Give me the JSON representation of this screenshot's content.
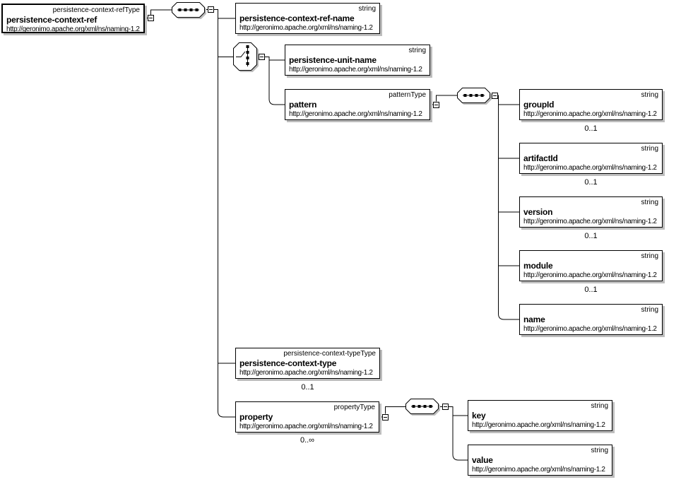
{
  "diagram": {
    "kind": "xml-schema-element-diagram",
    "namespace": "http://geronimo.apache.org/xml/ns/naming-1.2"
  },
  "nodes": {
    "root": {
      "name": "persistence-context-ref",
      "type": "persistence-context-refType",
      "ns": "http://geronimo.apache.org/xml/ns/naming-1.2"
    },
    "ref_name": {
      "name": "persistence-context-ref-name",
      "type": "string",
      "ns": "http://geronimo.apache.org/xml/ns/naming-1.2"
    },
    "unit_name": {
      "name": "persistence-unit-name",
      "type": "string",
      "ns": "http://geronimo.apache.org/xml/ns/naming-1.2"
    },
    "pattern": {
      "name": "pattern",
      "type": "patternType",
      "ns": "http://geronimo.apache.org/xml/ns/naming-1.2"
    },
    "group_id": {
      "name": "groupId",
      "type": "string",
      "ns": "http://geronimo.apache.org/xml/ns/naming-1.2",
      "cardinality": "0..1"
    },
    "artifact_id": {
      "name": "artifactId",
      "type": "string",
      "ns": "http://geronimo.apache.org/xml/ns/naming-1.2",
      "cardinality": "0..1"
    },
    "version": {
      "name": "version",
      "type": "string",
      "ns": "http://geronimo.apache.org/xml/ns/naming-1.2",
      "cardinality": "0..1"
    },
    "module": {
      "name": "module",
      "type": "string",
      "ns": "http://geronimo.apache.org/xml/ns/naming-1.2",
      "cardinality": "0..1"
    },
    "name_el": {
      "name": "name",
      "type": "string",
      "ns": "http://geronimo.apache.org/xml/ns/naming-1.2"
    },
    "context_type": {
      "name": "persistence-context-type",
      "type": "persistence-context-typeType",
      "ns": "http://geronimo.apache.org/xml/ns/naming-1.2",
      "cardinality": "0..1"
    },
    "property": {
      "name": "property",
      "type": "propertyType",
      "ns": "http://geronimo.apache.org/xml/ns/naming-1.2",
      "cardinality": "0..∞"
    },
    "key": {
      "name": "key",
      "type": "string",
      "ns": "http://geronimo.apache.org/xml/ns/naming-1.2"
    },
    "value": {
      "name": "value",
      "type": "string",
      "ns": "http://geronimo.apache.org/xml/ns/naming-1.2"
    }
  }
}
